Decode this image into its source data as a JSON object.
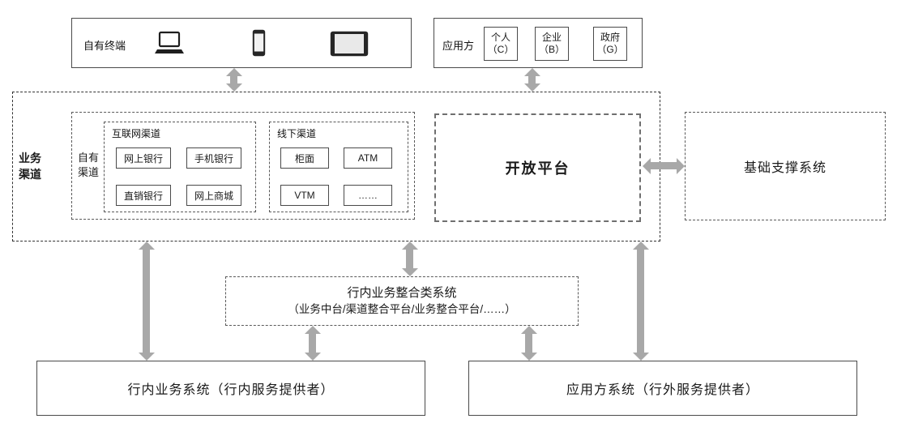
{
  "terminals": {
    "label": "自有终端",
    "icons": [
      "laptop-icon",
      "smartphone-icon",
      "tablet-icon"
    ]
  },
  "applicants": {
    "label": "应用方",
    "items": [
      {
        "label": "个人\n（C）"
      },
      {
        "label": "企业\n（B）"
      },
      {
        "label": "政府\n（G）"
      }
    ]
  },
  "channels": {
    "label": "业务\n渠道",
    "own_label": "自有\n渠道",
    "internet": {
      "label": "互联网渠道",
      "items": [
        "网上银行",
        "手机银行",
        "直销银行",
        "网上商城"
      ]
    },
    "offline": {
      "label": "线下渠道",
      "items": [
        "柜面",
        "ATM",
        "VTM",
        "……"
      ]
    },
    "open_platform": "开放平台"
  },
  "support_system": "基础支撑系统",
  "integration": {
    "title": "行内业务整合类系统",
    "subtitle": "（业务中台/渠道整合平台/业务整合平台/……）"
  },
  "internal_system": "行内业务系统（行内服务提供者）",
  "applicant_system": "应用方系统（行外服务提供者）",
  "colors": {
    "arrow": "#a8a8a8",
    "border": "#4a4a4a",
    "text": "#1a1a1a"
  }
}
